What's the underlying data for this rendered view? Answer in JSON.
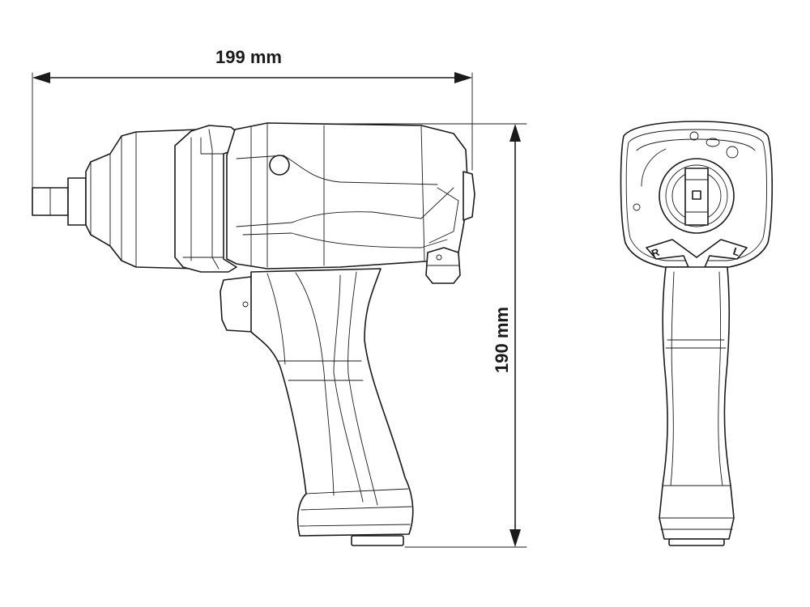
{
  "dimensions": {
    "width": {
      "label": "199 mm"
    },
    "height": {
      "label": "190 mm"
    }
  },
  "rear_view": {
    "rotation_marks": {
      "right": "R",
      "left": "L"
    }
  }
}
